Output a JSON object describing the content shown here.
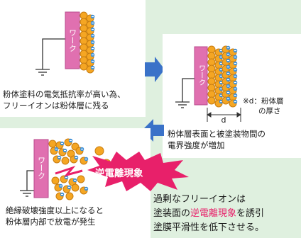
{
  "panel1": {
    "work_label": "ワーク",
    "caption": [
      "粉体塗料の電気抵抗率が高い為、",
      "フリーイオンは粉体層に残る"
    ]
  },
  "panel2": {
    "work_label": "ワーク",
    "dimension_label": "d",
    "note": [
      "※d：粉体層",
      "の厚さ"
    ],
    "caption": [
      "粉体層表面と被塗装物間の",
      "電界強度が増加"
    ]
  },
  "panel3": {
    "work_label": "ワーク",
    "burst_label": "逆電離現象",
    "caption": [
      "絶縁破壊強度以上になると",
      "粉体層内部で放電が発生"
    ]
  },
  "conclusion": {
    "line1": "過剰なフリーイオンは",
    "line2_prefix": "塗装面の",
    "line2_highlight": "逆電離現象",
    "line2_suffix": "を誘引",
    "line3": "塗膜平滑性を低下させる。"
  },
  "colors": {
    "work": "#e070b0",
    "particle": "#f5a623",
    "ion": "#3b8fd9",
    "burst": "#e8206a",
    "arrow": "#3a72c8",
    "background": "#dff0df"
  }
}
